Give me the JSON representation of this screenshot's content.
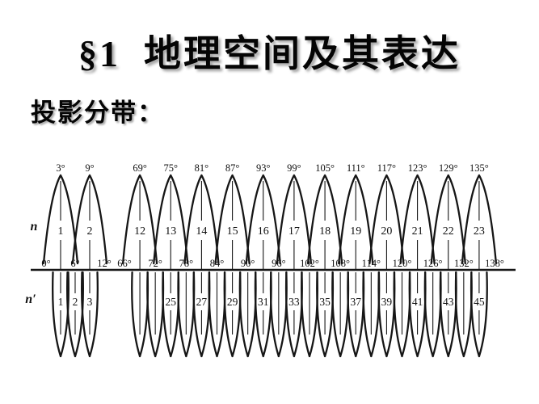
{
  "slide": {
    "title": "§1  地理空间及其表达",
    "subtitle": "投影分带："
  },
  "diagram": {
    "ink_color": "#161616",
    "row_label_top": "n",
    "row_label_bottom": "n′",
    "axis_ticks": [
      {
        "deg": 0,
        "label": "0°"
      },
      {
        "deg": 6,
        "label": "6°"
      },
      {
        "deg": 12,
        "label": "12°"
      },
      {
        "deg": 66,
        "label": "66°"
      },
      {
        "deg": 72,
        "label": "72°"
      },
      {
        "deg": 78,
        "label": "78°"
      },
      {
        "deg": 84,
        "label": "84°"
      },
      {
        "deg": 90,
        "label": "90°"
      },
      {
        "deg": 96,
        "label": "96°"
      },
      {
        "deg": 102,
        "label": "102°"
      },
      {
        "deg": 108,
        "label": "108°"
      },
      {
        "deg": 114,
        "label": "114°"
      },
      {
        "deg": 120,
        "label": "120°"
      },
      {
        "deg": 126,
        "label": "126°"
      },
      {
        "deg": 132,
        "label": "132°"
      },
      {
        "deg": 138,
        "label": "138°"
      }
    ],
    "six_degree_zones": [
      {
        "zone": "1",
        "cm_deg": 3,
        "cm_label": "3°"
      },
      {
        "zone": "2",
        "cm_deg": 9,
        "cm_label": "9°"
      },
      {
        "zone": "12",
        "cm_deg": 69,
        "cm_label": "69°"
      },
      {
        "zone": "13",
        "cm_deg": 75,
        "cm_label": "75°"
      },
      {
        "zone": "14",
        "cm_deg": 81,
        "cm_label": "81°"
      },
      {
        "zone": "15",
        "cm_deg": 87,
        "cm_label": "87°"
      },
      {
        "zone": "16",
        "cm_deg": 93,
        "cm_label": "93°"
      },
      {
        "zone": "17",
        "cm_deg": 99,
        "cm_label": "99°"
      },
      {
        "zone": "18",
        "cm_deg": 105,
        "cm_label": "105°"
      },
      {
        "zone": "19",
        "cm_deg": 111,
        "cm_label": "111°"
      },
      {
        "zone": "20",
        "cm_deg": 117,
        "cm_label": "117°"
      },
      {
        "zone": "21",
        "cm_deg": 123,
        "cm_label": "123°"
      },
      {
        "zone": "22",
        "cm_deg": 129,
        "cm_label": "129°"
      },
      {
        "zone": "23",
        "cm_deg": 135,
        "cm_label": "135°"
      }
    ],
    "three_degree_zones": [
      {
        "zone": "1",
        "cm_deg": 3
      },
      {
        "zone": "2",
        "cm_deg": 6
      },
      {
        "zone": "3",
        "cm_deg": 9
      },
      {
        "zone": "",
        "cm_deg": 69
      },
      {
        "zone": "",
        "cm_deg": 72
      },
      {
        "zone": "25",
        "cm_deg": 75
      },
      {
        "zone": "",
        "cm_deg": 78
      },
      {
        "zone": "27",
        "cm_deg": 81
      },
      {
        "zone": "",
        "cm_deg": 84
      },
      {
        "zone": "29",
        "cm_deg": 87
      },
      {
        "zone": "",
        "cm_deg": 90
      },
      {
        "zone": "31",
        "cm_deg": 93
      },
      {
        "zone": "",
        "cm_deg": 96
      },
      {
        "zone": "33",
        "cm_deg": 99
      },
      {
        "zone": "",
        "cm_deg": 102
      },
      {
        "zone": "35",
        "cm_deg": 105
      },
      {
        "zone": "",
        "cm_deg": 108
      },
      {
        "zone": "37",
        "cm_deg": 111
      },
      {
        "zone": "",
        "cm_deg": 114
      },
      {
        "zone": "39",
        "cm_deg": 117
      },
      {
        "zone": "",
        "cm_deg": 120
      },
      {
        "zone": "41",
        "cm_deg": 123
      },
      {
        "zone": "",
        "cm_deg": 126
      },
      {
        "zone": "43",
        "cm_deg": 129
      },
      {
        "zone": "",
        "cm_deg": 132
      },
      {
        "zone": "45",
        "cm_deg": 135
      }
    ]
  }
}
